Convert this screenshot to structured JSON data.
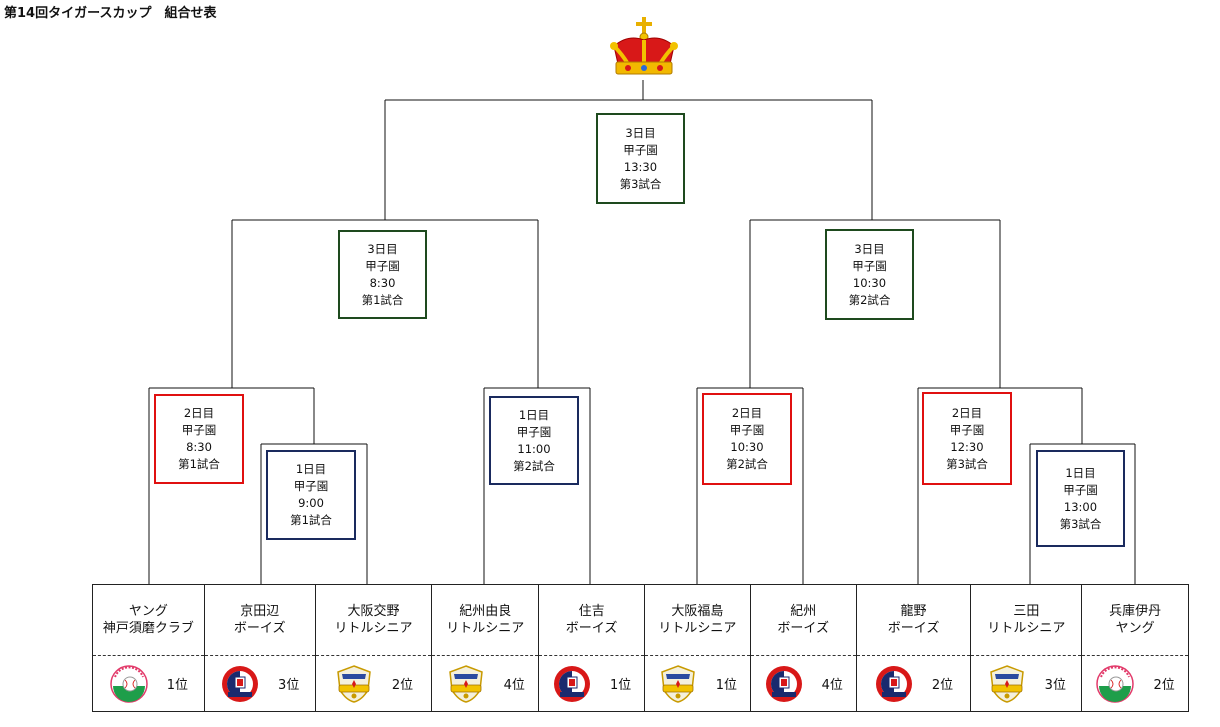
{
  "header": {
    "title": "第14回タイガースカップ　組合せ表"
  },
  "colors": {
    "final_round": "#1e4a1e",
    "day2_round": "#e01010",
    "day1_round": "#1a2a5e",
    "line": "#111111",
    "crown_gold": "#f0b000",
    "crown_red": "#d81818"
  },
  "matches": [
    {
      "id": "final",
      "day": "3日目",
      "venue": "甲子園",
      "time": "13:30",
      "game": "第3試合"
    },
    {
      "id": "semi-left",
      "day": "3日目",
      "venue": "甲子園",
      "time": "8:30",
      "game": "第1試合"
    },
    {
      "id": "semi-right",
      "day": "3日目",
      "venue": "甲子園",
      "time": "10:30",
      "game": "第2試合"
    },
    {
      "id": "qf-1",
      "day": "2日目",
      "venue": "甲子園",
      "time": "8:30",
      "game": "第1試合"
    },
    {
      "id": "r1-1",
      "day": "1日目",
      "venue": "甲子園",
      "time": "9:00",
      "game": "第1試合"
    },
    {
      "id": "qf-2",
      "day": "1日目",
      "venue": "甲子園",
      "time": "11:00",
      "game": "第2試合"
    },
    {
      "id": "qf-3",
      "day": "2日目",
      "venue": "甲子園",
      "time": "10:30",
      "game": "第2試合"
    },
    {
      "id": "qf-4",
      "day": "2日目",
      "venue": "甲子園",
      "time": "12:30",
      "game": "第3試合"
    },
    {
      "id": "r1-2",
      "day": "1日目",
      "venue": "甲子園",
      "time": "13:00",
      "game": "第3試合"
    }
  ],
  "teams": [
    {
      "line1": "ヤング",
      "line2": "神戸須磨クラブ",
      "logo": "young-league-logo",
      "rank": "1位"
    },
    {
      "line1": "京田辺",
      "line2": "ボーイズ",
      "logo": "boys-league-logo",
      "rank": "3位"
    },
    {
      "line1": "大阪交野",
      "line2": "リトルシニア",
      "logo": "little-senior-logo",
      "rank": "2位"
    },
    {
      "line1": "紀州由良",
      "line2": "リトルシニア",
      "logo": "little-senior-logo",
      "rank": "4位"
    },
    {
      "line1": "住吉",
      "line2": "ボーイズ",
      "logo": "boys-league-logo",
      "rank": "1位"
    },
    {
      "line1": "大阪福島",
      "line2": "リトルシニア",
      "logo": "little-senior-logo",
      "rank": "1位"
    },
    {
      "line1": "紀州",
      "line2": "ボーイズ",
      "logo": "boys-league-logo",
      "rank": "4位"
    },
    {
      "line1": "龍野",
      "line2": "ボーイズ",
      "logo": "boys-league-logo",
      "rank": "2位"
    },
    {
      "line1": "三田",
      "line2": "リトルシニア",
      "logo": "little-senior-logo",
      "rank": "3位"
    },
    {
      "line1": "兵庫伊丹",
      "line2": "ヤング",
      "logo": "young-league-logo",
      "rank": "2位"
    }
  ]
}
